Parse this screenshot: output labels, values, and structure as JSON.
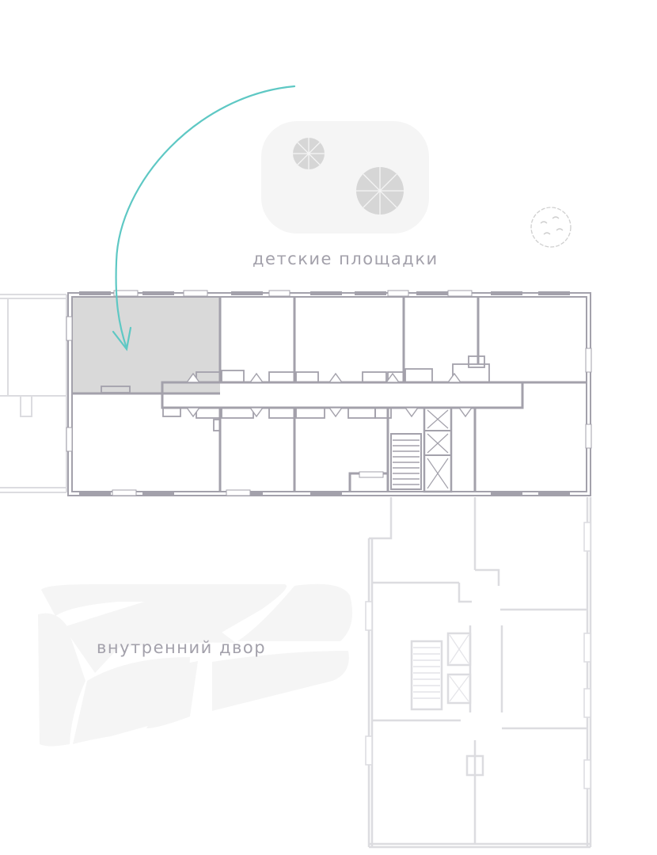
{
  "labels": {
    "playgrounds": "детские площадки",
    "courtyard": "внутренний двор"
  },
  "selected_unit": {
    "state": "highlighted",
    "pointer": "curved-arrow"
  },
  "colors": {
    "wall": "#a3a1ab",
    "wall_faint": "#dcdce0",
    "selected_fill": "#d9d9d9",
    "arrow": "#5ec8c4",
    "area_fill": "#f5f5f5",
    "label": "#a3a1ab"
  }
}
